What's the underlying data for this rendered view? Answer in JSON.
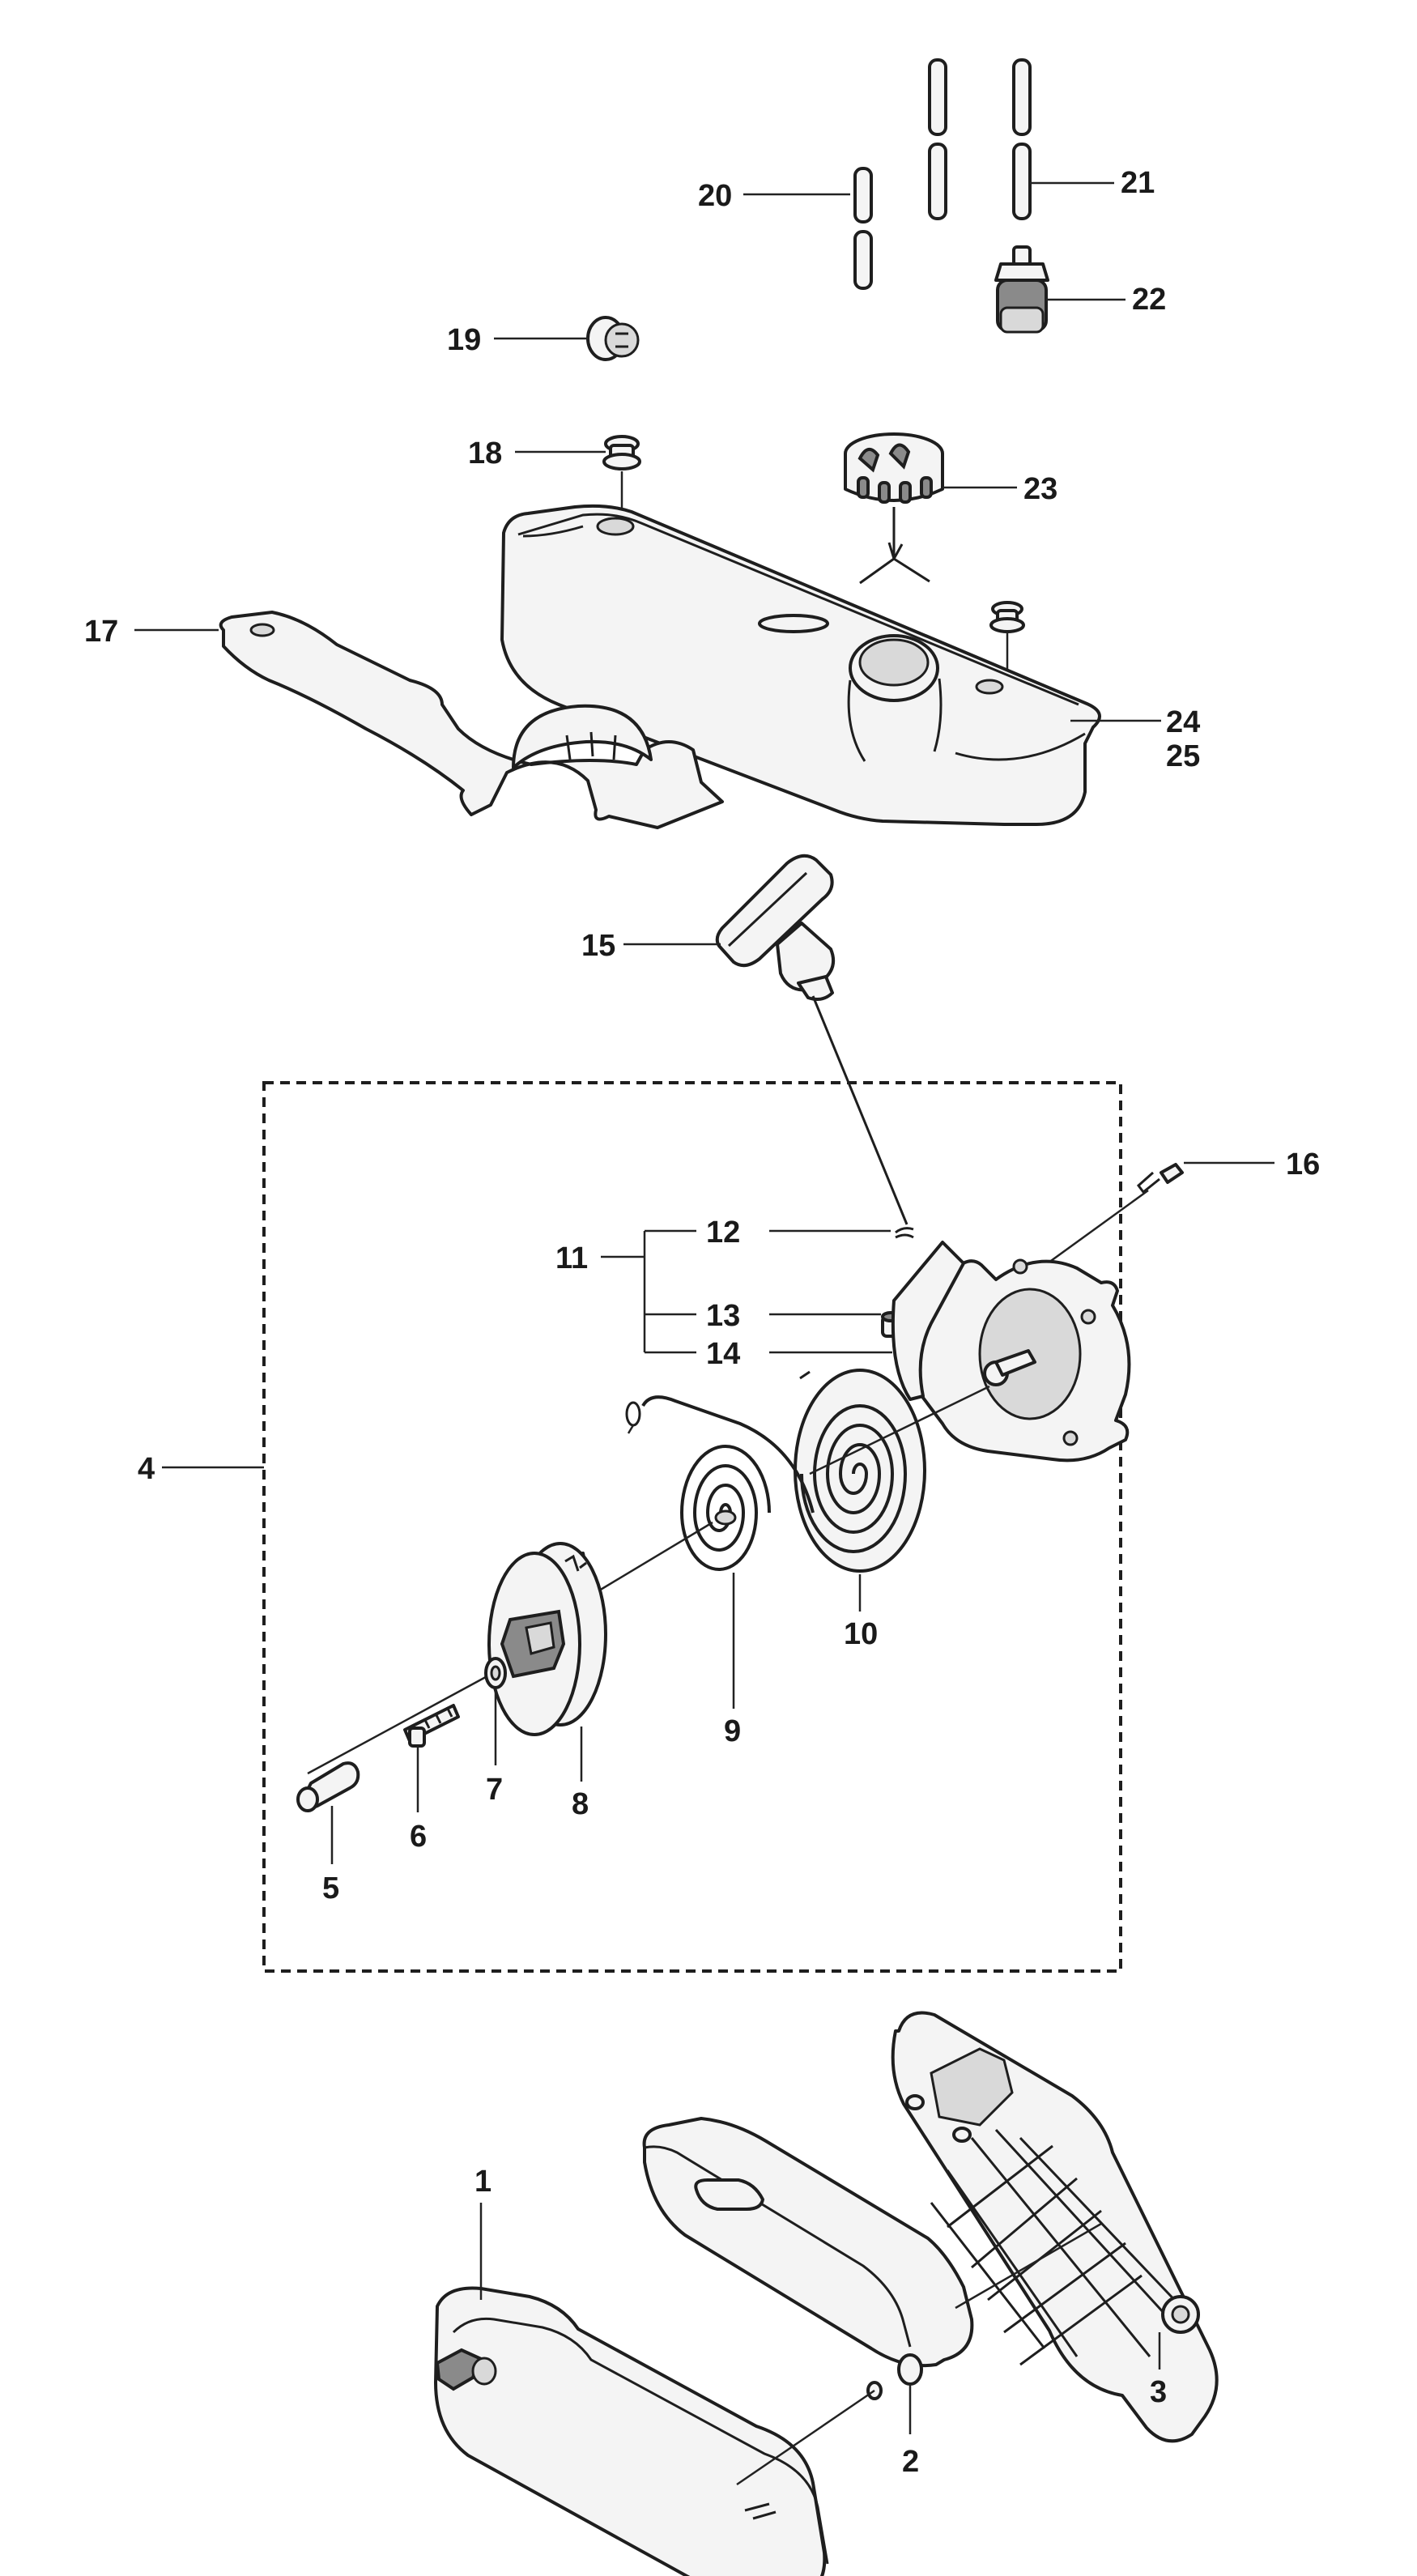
{
  "callouts": {
    "c1": "1",
    "c2": "2",
    "c3": "3",
    "c4": "4",
    "c5": "5",
    "c6": "6",
    "c7": "7",
    "c8": "8",
    "c9": "9",
    "c10": "10",
    "c11": "11",
    "c12": "12",
    "c13": "13",
    "c14": "14",
    "c15": "15",
    "c16": "16",
    "c17": "17",
    "c18": "18",
    "c19": "19",
    "c20": "20",
    "c21": "21",
    "c22": "22",
    "c23": "23",
    "c24": "24",
    "c25": "25"
  },
  "colors": {
    "line": "#1e1e1e",
    "fill": "#f4f4f4",
    "shade": "#d9d9d9"
  }
}
